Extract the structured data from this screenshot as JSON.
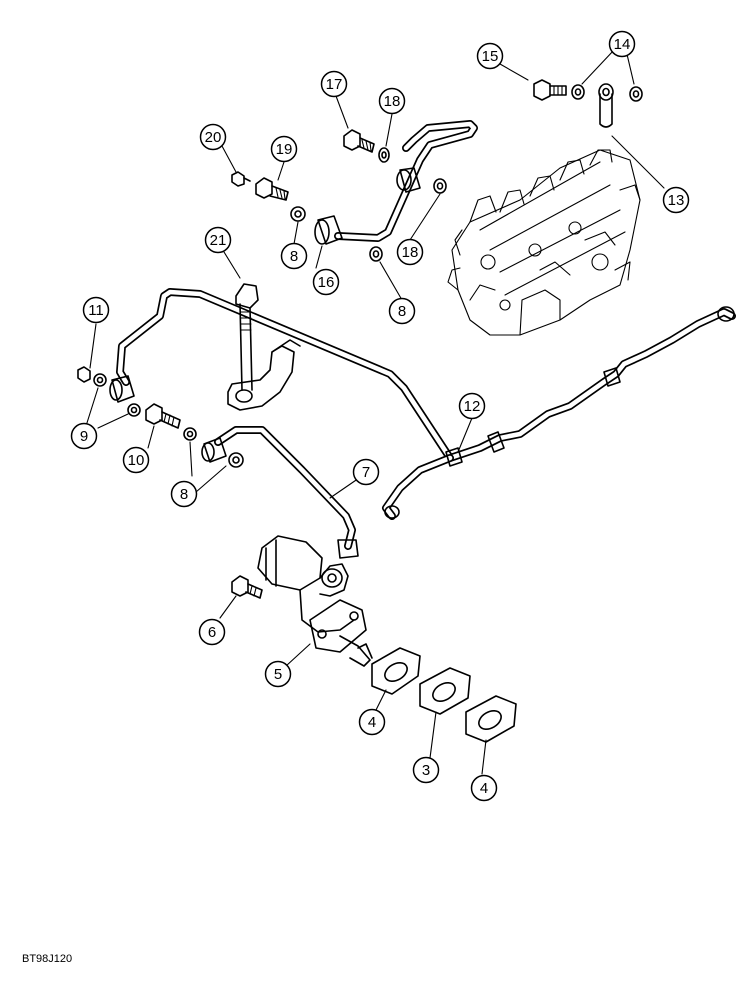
{
  "diagram": {
    "figure_id": "BT98J120",
    "callouts": [
      {
        "id": "c20",
        "label": "20"
      },
      {
        "id": "c19",
        "label": "19"
      },
      {
        "id": "c17",
        "label": "17"
      },
      {
        "id": "c18a",
        "label": "18"
      },
      {
        "id": "c18b",
        "label": "18"
      },
      {
        "id": "c15",
        "label": "15"
      },
      {
        "id": "c14",
        "label": "14"
      },
      {
        "id": "c13",
        "label": "13"
      },
      {
        "id": "c21",
        "label": "21"
      },
      {
        "id": "c8a",
        "label": "8"
      },
      {
        "id": "c16",
        "label": "16"
      },
      {
        "id": "c8b",
        "label": "8"
      },
      {
        "id": "c11",
        "label": "11"
      },
      {
        "id": "c9",
        "label": "9"
      },
      {
        "id": "c10",
        "label": "10"
      },
      {
        "id": "c8c",
        "label": "8"
      },
      {
        "id": "c12",
        "label": "12"
      },
      {
        "id": "c7",
        "label": "7"
      },
      {
        "id": "c6",
        "label": "6"
      },
      {
        "id": "c5",
        "label": "5"
      },
      {
        "id": "c4a",
        "label": "4"
      },
      {
        "id": "c3",
        "label": "3"
      },
      {
        "id": "c4b",
        "label": "4"
      }
    ]
  }
}
